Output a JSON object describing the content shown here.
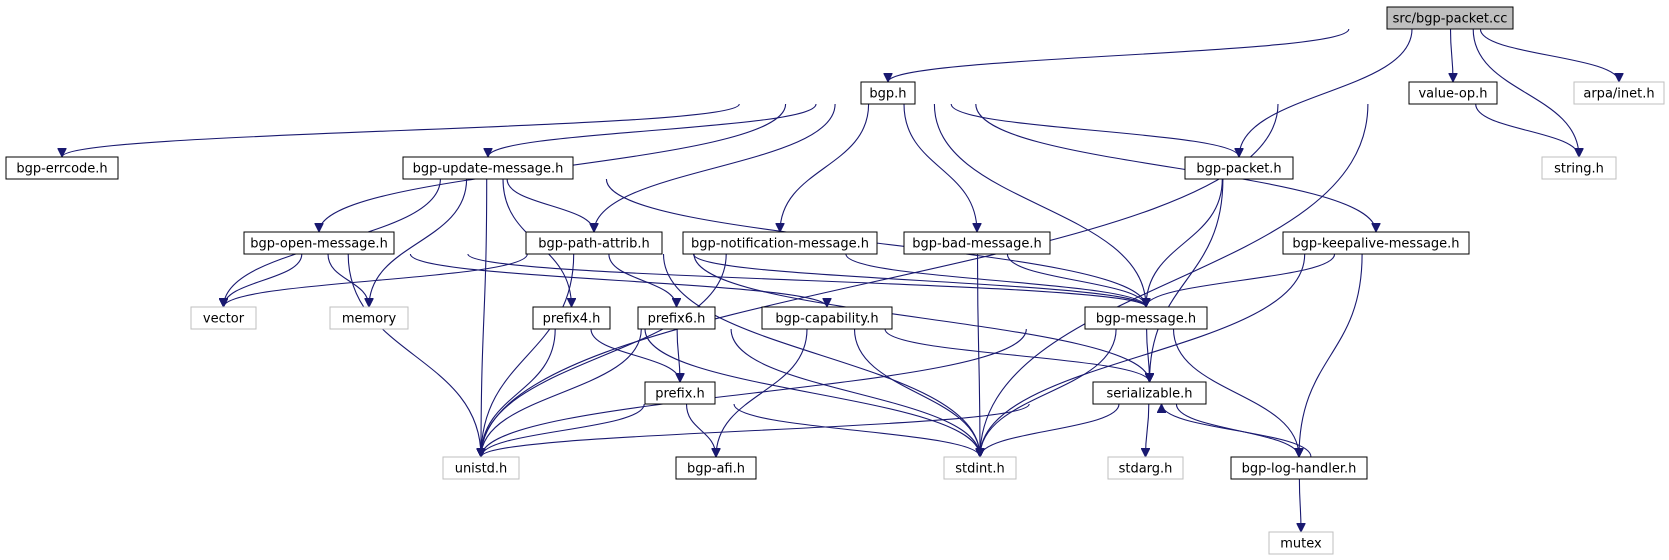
{
  "colors": {
    "edge": "#191970",
    "node_border": "#000000",
    "external_border": "#bfbfbf",
    "root_fill": "#bfbfbf",
    "node_fill": "#ffffff"
  },
  "nodes": [
    {
      "id": "root",
      "label": "src/bgp-packet.cc",
      "kind": "root"
    },
    {
      "id": "bgp_h",
      "label": "bgp.h",
      "kind": "internal"
    },
    {
      "id": "value_op",
      "label": "value-op.h",
      "kind": "internal"
    },
    {
      "id": "arpa_inet",
      "label": "arpa/inet.h",
      "kind": "external"
    },
    {
      "id": "errcode",
      "label": "bgp-errcode.h",
      "kind": "internal"
    },
    {
      "id": "update",
      "label": "bgp-update-message.h",
      "kind": "internal"
    },
    {
      "id": "packet_h",
      "label": "bgp-packet.h",
      "kind": "internal"
    },
    {
      "id": "string_h",
      "label": "string.h",
      "kind": "external"
    },
    {
      "id": "open",
      "label": "bgp-open-message.h",
      "kind": "internal"
    },
    {
      "id": "path",
      "label": "bgp-path-attrib.h",
      "kind": "internal"
    },
    {
      "id": "notif",
      "label": "bgp-notification-message.h",
      "kind": "internal"
    },
    {
      "id": "bad",
      "label": "bgp-bad-message.h",
      "kind": "internal"
    },
    {
      "id": "keepalive",
      "label": "bgp-keepalive-message.h",
      "kind": "internal"
    },
    {
      "id": "vector",
      "label": "vector",
      "kind": "external"
    },
    {
      "id": "memory",
      "label": "memory",
      "kind": "external"
    },
    {
      "id": "prefix4",
      "label": "prefix4.h",
      "kind": "internal"
    },
    {
      "id": "prefix6",
      "label": "prefix6.h",
      "kind": "internal"
    },
    {
      "id": "capability",
      "label": "bgp-capability.h",
      "kind": "internal"
    },
    {
      "id": "message",
      "label": "bgp-message.h",
      "kind": "internal"
    },
    {
      "id": "prefix_h",
      "label": "prefix.h",
      "kind": "internal"
    },
    {
      "id": "serializable",
      "label": "serializable.h",
      "kind": "internal"
    },
    {
      "id": "unistd",
      "label": "unistd.h",
      "kind": "external"
    },
    {
      "id": "afi",
      "label": "bgp-afi.h",
      "kind": "internal"
    },
    {
      "id": "stdint",
      "label": "stdint.h",
      "kind": "external"
    },
    {
      "id": "stdarg",
      "label": "stdarg.h",
      "kind": "external"
    },
    {
      "id": "log",
      "label": "bgp-log-handler.h",
      "kind": "internal"
    },
    {
      "id": "mutex",
      "label": "mutex",
      "kind": "external"
    }
  ],
  "edges": [
    [
      "root",
      "bgp_h"
    ],
    [
      "root",
      "value_op"
    ],
    [
      "root",
      "arpa_inet"
    ],
    [
      "root",
      "packet_h"
    ],
    [
      "root",
      "string_h"
    ],
    [
      "bgp_h",
      "errcode"
    ],
    [
      "bgp_h",
      "update"
    ],
    [
      "bgp_h",
      "packet_h"
    ],
    [
      "bgp_h",
      "open"
    ],
    [
      "bgp_h",
      "path"
    ],
    [
      "bgp_h",
      "notif"
    ],
    [
      "bgp_h",
      "bad"
    ],
    [
      "bgp_h",
      "keepalive"
    ],
    [
      "bgp_h",
      "message"
    ],
    [
      "value_op",
      "string_h"
    ],
    [
      "value_op",
      "unistd"
    ],
    [
      "value_op",
      "stdint"
    ],
    [
      "update",
      "vector"
    ],
    [
      "update",
      "memory"
    ],
    [
      "update",
      "path"
    ],
    [
      "update",
      "prefix4"
    ],
    [
      "update",
      "message"
    ],
    [
      "update",
      "unistd"
    ],
    [
      "packet_h",
      "message"
    ],
    [
      "packet_h",
      "serializable"
    ],
    [
      "open",
      "vector"
    ],
    [
      "open",
      "memory"
    ],
    [
      "open",
      "capability"
    ],
    [
      "open",
      "message"
    ],
    [
      "open",
      "unistd"
    ],
    [
      "path",
      "vector"
    ],
    [
      "path",
      "prefix6"
    ],
    [
      "path",
      "serializable"
    ],
    [
      "path",
      "unistd"
    ],
    [
      "path",
      "stdint"
    ],
    [
      "path",
      "message"
    ],
    [
      "notif",
      "message"
    ],
    [
      "notif",
      "unistd"
    ],
    [
      "bad",
      "message"
    ],
    [
      "bad",
      "stdint"
    ],
    [
      "keepalive",
      "message"
    ],
    [
      "keepalive",
      "log"
    ],
    [
      "keepalive",
      "stdint"
    ],
    [
      "prefix4",
      "prefix_h"
    ],
    [
      "prefix4",
      "unistd"
    ],
    [
      "prefix4",
      "stdint"
    ],
    [
      "prefix6",
      "prefix_h"
    ],
    [
      "prefix6",
      "unistd"
    ],
    [
      "prefix6",
      "stdint"
    ],
    [
      "capability",
      "afi"
    ],
    [
      "capability",
      "serializable"
    ],
    [
      "capability",
      "stdint"
    ],
    [
      "message",
      "serializable"
    ],
    [
      "message",
      "log"
    ],
    [
      "message",
      "stdint"
    ],
    [
      "message",
      "unistd"
    ],
    [
      "prefix_h",
      "afi"
    ],
    [
      "prefix_h",
      "unistd"
    ],
    [
      "prefix_h",
      "stdint"
    ],
    [
      "serializable",
      "unistd"
    ],
    [
      "serializable",
      "stdint"
    ],
    [
      "serializable",
      "stdarg"
    ],
    [
      "serializable",
      "log"
    ],
    [
      "log",
      "serializable"
    ],
    [
      "log",
      "mutex"
    ]
  ]
}
